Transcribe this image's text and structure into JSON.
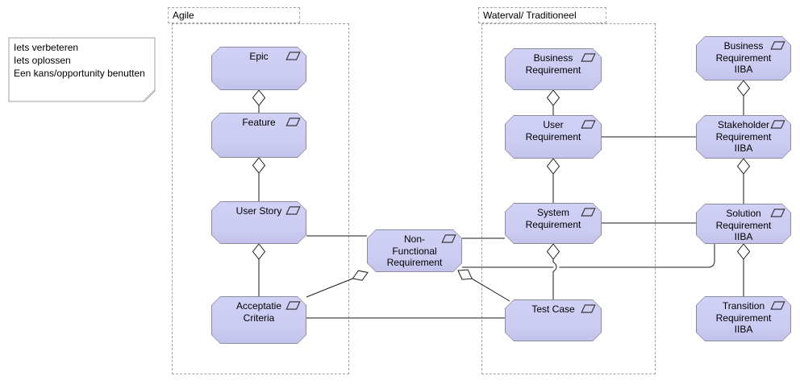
{
  "diagram": {
    "note": {
      "text": "Iets verbeteren\nIets oplossen\nEen kans/opportunity benutten"
    },
    "groups": {
      "agile": {
        "label": "Agile"
      },
      "waterval": {
        "label": "Waterval/ Traditioneel"
      }
    },
    "nodes": {
      "epic": {
        "label": "Epic"
      },
      "feature": {
        "label": "Feature"
      },
      "user_story": {
        "label": "User Story"
      },
      "acceptatie_criteria": {
        "label": "Acceptatie\nCriteria"
      },
      "non_functional_requirement": {
        "label": "Non-\nFunctional\nRequirement"
      },
      "business_requirement": {
        "label": "Business\nRequirement"
      },
      "user_requirement": {
        "label": "User\nRequirement"
      },
      "system_requirement": {
        "label": "System\nRequirement"
      },
      "test_case": {
        "label": "Test Case"
      },
      "business_requirement_iiba": {
        "label": "Business\nRequirement\nIIBA"
      },
      "stakeholder_requirement_iiba": {
        "label": "Stakeholder\nRequirement\nIIBA"
      },
      "solution_requirement_iiba": {
        "label": "Solution\nRequirement\nIIBA"
      },
      "transition_requirement_iiba": {
        "label": "Transition\nRequirement\nIIBA"
      }
    },
    "relations": [
      {
        "from": "epic",
        "to": "feature",
        "type": "aggregation"
      },
      {
        "from": "feature",
        "to": "user_story",
        "type": "aggregation"
      },
      {
        "from": "user_story",
        "to": "acceptatie_criteria",
        "type": "aggregation"
      },
      {
        "from": "user_story",
        "to": "non_functional_requirement",
        "type": "association"
      },
      {
        "from": "non_functional_requirement",
        "to": "system_requirement",
        "type": "association"
      },
      {
        "from": "non_functional_requirement",
        "to": "acceptatie_criteria",
        "type": "aggregation"
      },
      {
        "from": "non_functional_requirement",
        "to": "test_case",
        "type": "aggregation"
      },
      {
        "from": "non_functional_requirement",
        "to": "solution_requirement_iiba",
        "type": "association"
      },
      {
        "from": "acceptatie_criteria",
        "to": "test_case",
        "type": "association"
      },
      {
        "from": "business_requirement",
        "to": "user_requirement",
        "type": "aggregation"
      },
      {
        "from": "user_requirement",
        "to": "system_requirement",
        "type": "aggregation"
      },
      {
        "from": "system_requirement",
        "to": "test_case",
        "type": "aggregation"
      },
      {
        "from": "user_requirement",
        "to": "stakeholder_requirement_iiba",
        "type": "association"
      },
      {
        "from": "system_requirement",
        "to": "solution_requirement_iiba",
        "type": "association"
      },
      {
        "from": "business_requirement_iiba",
        "to": "stakeholder_requirement_iiba",
        "type": "aggregation"
      },
      {
        "from": "stakeholder_requirement_iiba",
        "to": "solution_requirement_iiba",
        "type": "aggregation"
      },
      {
        "from": "solution_requirement_iiba",
        "to": "transition_requirement_iiba",
        "type": "aggregation"
      }
    ],
    "colors": {
      "node_fill": "#ccccf3",
      "node_border": "#8b8b9e",
      "connector": "#1a1a1a",
      "group_border": "#a3a3a3",
      "note_border": "#9f9f9f"
    }
  }
}
